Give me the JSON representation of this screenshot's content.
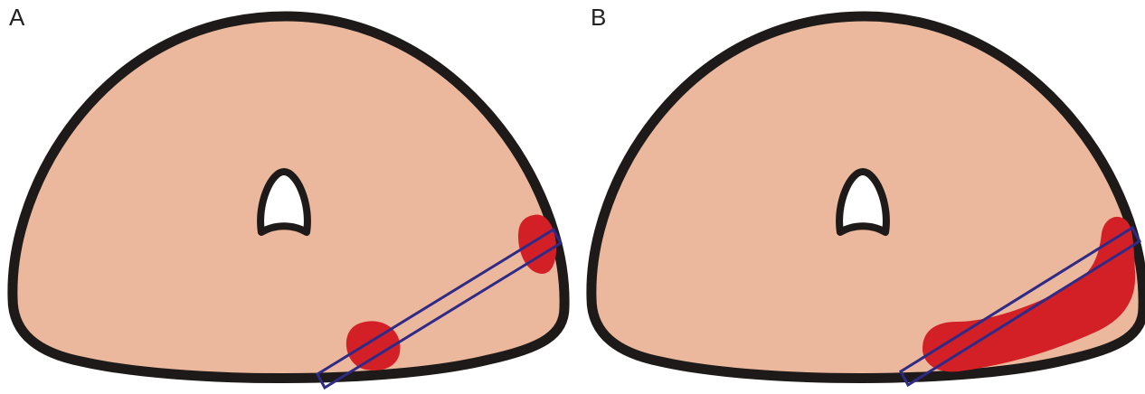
{
  "panels": [
    {
      "label": "A"
    },
    {
      "label": "B"
    }
  ],
  "colors": {
    "tissue": "#EBB89D",
    "outline": "#1E1A1A",
    "lesion": "#D32027",
    "probe": "#2E2A86",
    "cavity": "#FFFFFF"
  },
  "icons": [
    "dome-section",
    "central-cavity",
    "lesion-blob",
    "probe-track"
  ]
}
